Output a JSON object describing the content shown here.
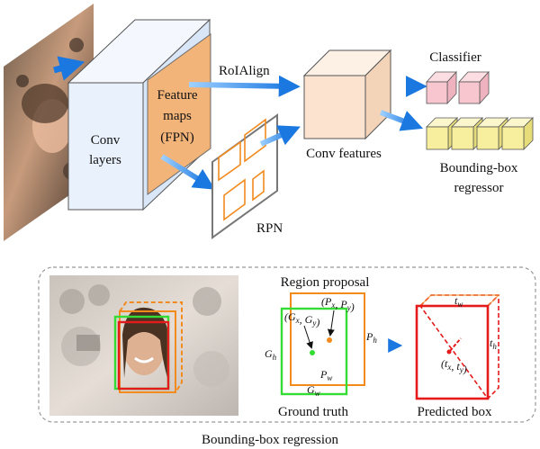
{
  "labels": {
    "conv_layers_1": "Conv",
    "conv_layers_2": "layers",
    "feature_maps_1": "Feature",
    "feature_maps_2": "maps",
    "feature_maps_3": "(FPN)",
    "roialign": "RoIAlign",
    "conv_features": "Conv features",
    "classifier": "Classifier",
    "bbox_regressor_1": "Bounding-box",
    "bbox_regressor_2": "regressor",
    "rpn": "RPN",
    "region_proposal": "Region proposal",
    "ground_truth": "Ground truth",
    "predicted_box": "Predicted box",
    "caption": "Bounding-box regression"
  },
  "math": {
    "px_py": "(Px, Py)",
    "gx_gy": "(Gx, Gy)",
    "ph": "Ph",
    "pw": "Pw",
    "gh": "Gh",
    "gw": "Gw",
    "tw": "tw",
    "th": "th",
    "tx_ty": "(tx, ty)"
  },
  "colors": {
    "arrow_blue": "#1a78e0",
    "conv_face": "#e9f1fc",
    "feature_orange": "#f4b273",
    "roi_box": "#fbe3cf",
    "classifier_pink": "#f7c6cf",
    "regressor_yellow": "#f7ef9d",
    "proposal_orange": "#f28a1e",
    "gt_green": "#33dd33",
    "pred_red": "#e51b1b"
  }
}
